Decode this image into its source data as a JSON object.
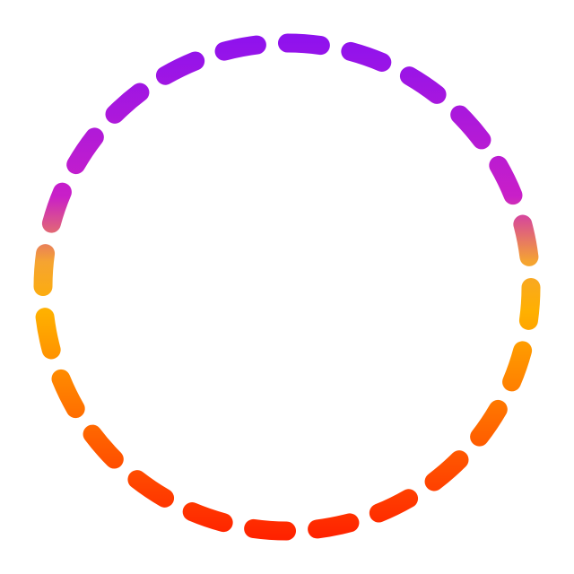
{
  "graphic": {
    "name": "dashed-gradient-ring",
    "segment_count": 24,
    "rotation_deg": -86,
    "gradient_stops": [
      {
        "offset": 0.0,
        "color": "#8E12EE"
      },
      {
        "offset": 0.32,
        "color": "#C91FC8"
      },
      {
        "offset": 0.45,
        "color": "#F5A431"
      },
      {
        "offset": 0.55,
        "color": "#FFB000"
      },
      {
        "offset": 0.72,
        "color": "#FF7A00"
      },
      {
        "offset": 1.0,
        "color": "#FF2200"
      }
    ]
  }
}
